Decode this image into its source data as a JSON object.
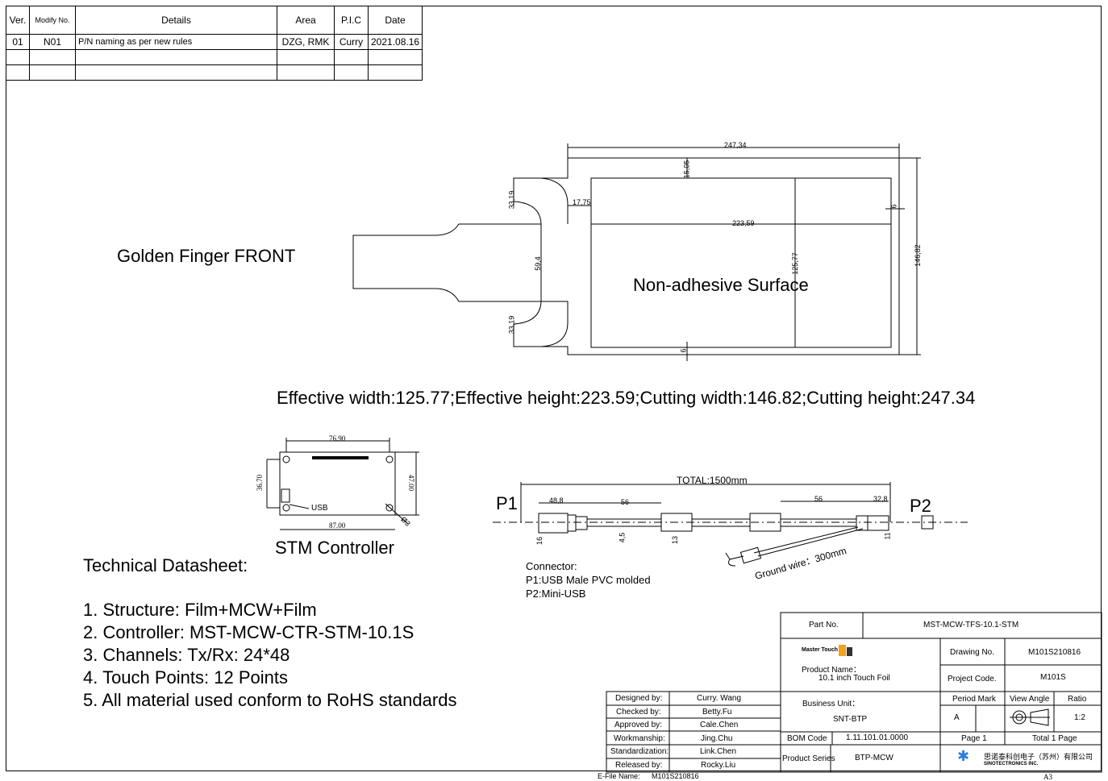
{
  "revision_table": {
    "headers": [
      "Ver.",
      "Modify No.",
      "Details",
      "Area",
      "P.I.C",
      "Date"
    ],
    "rows": [
      [
        "01",
        "N01",
        "P/N naming as per new rules",
        "DZG, RMK",
        "Curry",
        "2021.08.16"
      ],
      [
        "",
        "",
        "",
        "",
        "",
        ""
      ],
      [
        "",
        "",
        "",
        "",
        "",
        ""
      ]
    ]
  },
  "drawing": {
    "golden_finger_label": "Golden Finger FRONT",
    "surface_label": "Non-adhesive Surface",
    "dims": {
      "cut_height": "247,34",
      "top_margin": "15,05",
      "tab_offset": "17,75",
      "eff_height": "223,59",
      "upper_tab": "33,19",
      "lower_tab": "33,19",
      "finger_width": "59,4",
      "eff_width": "125,77",
      "cut_width": "146,82",
      "side_margin": "6",
      "bottom_margin": "6"
    },
    "effective_text": "Effective width:125.77;Effective height:223.59;Cutting width:146.82;Cutting height:247.34"
  },
  "controller": {
    "dim_top": "76.90",
    "dim_left": "36.70",
    "dim_right": "47.00",
    "dim_bottom": "87.00",
    "dim_hole": "Ø3",
    "usb_label": "USB",
    "title": "STM Controller"
  },
  "cable": {
    "total": "TOTAL:1500mm",
    "p1": "P1",
    "p2": "P2",
    "d1": "48,8",
    "d2": "56",
    "d3": "56",
    "d4": "32,8",
    "d5": "16",
    "d6": "4,5",
    "d7": "13",
    "d8": "11",
    "ground_wire": "Ground wire：300mm",
    "connector_lines": [
      "Connector:",
      "P1:USB Male PVC molded",
      "P2:Mini-USB"
    ]
  },
  "datasheet": {
    "title": "Technical Datasheet:",
    "items": [
      "1. Structure: Film+MCW+Film",
      "2. Controller: MST-MCW-CTR-STM-10.1S",
      "3. Channels: Tx/Rx: 24*48",
      "4. Touch Points: 12 Points",
      "5. All material used conform to RoHS standards"
    ]
  },
  "title_block": {
    "part_no_label": "Part No.",
    "part_no": "MST-MCW-TFS-10.1-STM",
    "brand": "Master Touch",
    "product_name_label": "Product Name：",
    "product_name": "10.1 inch Touch Foil",
    "drawing_no_label": "Drawing No.",
    "drawing_no": "M101S210816",
    "project_code_label": "Project Code.",
    "project_code": "M101S",
    "business_unit_label": "Business Unit：",
    "business_unit": "SNT-BTP",
    "period_mark_label": "Period Mark",
    "period_mark": "A",
    "view_angle_label": "View Angle",
    "ratio_label": "Ratio",
    "ratio": "1:2",
    "bom_code_label": "BOM Code",
    "bom_code": "1.11.101.01.0000",
    "page": "Page 1",
    "total_page": "Total 1 Page",
    "product_series_label": "Product Series",
    "product_series": "BTP-MCW",
    "company_cn": "思诺泰科创电子（苏州）有限公司",
    "company_en": "SINOTECTRONICS INC.",
    "signatures": [
      [
        "Designed by:",
        "Curry. Wang"
      ],
      [
        "Checked by:",
        "Betty.Fu"
      ],
      [
        "Approved by:",
        "Cale.Chen"
      ],
      [
        "Workmanship:",
        "Jing.Chu"
      ],
      [
        "Standardization:",
        "Link.Chen"
      ],
      [
        "Released by:",
        "Rocky.Liu"
      ]
    ],
    "efile_label": "E-File Name:",
    "efile": "M101S210816",
    "sheet_size": "A3"
  }
}
